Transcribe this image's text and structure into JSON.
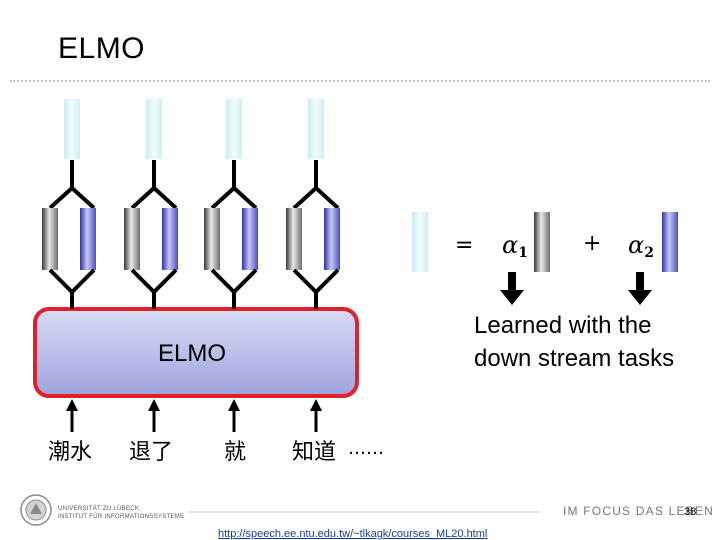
{
  "slide": {
    "title": "ELMO",
    "page_number": "38",
    "link": "http://speech.ee.ntu.edu.tw/~tlkagk/courses_ML20.html",
    "motto": "IM FOCUS DAS LEBEN",
    "university_text": "UNIVERSITÄT ZU LÜBECK\nINSTITUT FÜR INFORMATIONSSYSTEME"
  },
  "diagram": {
    "model_label": "ELMO",
    "tokens": [
      "潮水",
      "退了",
      "就",
      "知道",
      "……"
    ],
    "equation": {
      "equals": "=",
      "plus": "+",
      "alpha1": "α",
      "alpha1_sub": "1",
      "alpha2": "α",
      "alpha2_sub": "2"
    },
    "note": "Learned with the down stream tasks"
  },
  "colors": {
    "elmo_box_fill": "#b8bde8",
    "elmo_box_border": "#e0202a",
    "output_bar": "#dff6f8",
    "blue_bar": "#7a80d8",
    "gray_bar": "#8c8c8c"
  }
}
